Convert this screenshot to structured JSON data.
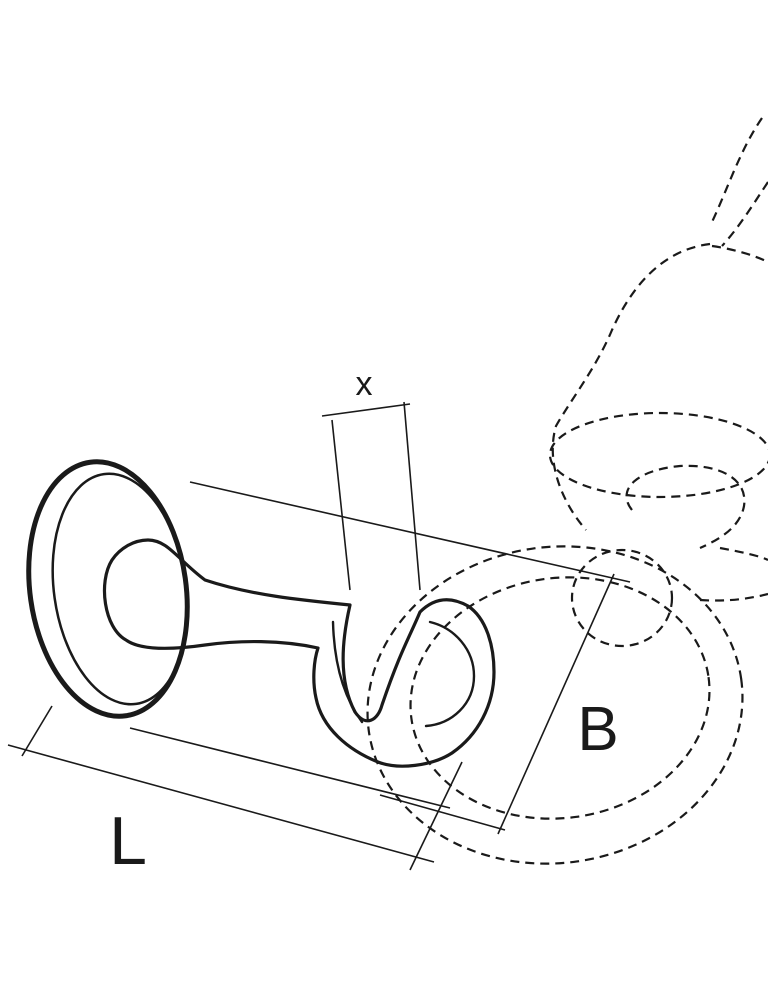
{
  "labels": {
    "x": "x",
    "l": "L",
    "b": "B"
  },
  "colors": {
    "stroke": "#1a1a1a",
    "background": "#ffffff"
  }
}
